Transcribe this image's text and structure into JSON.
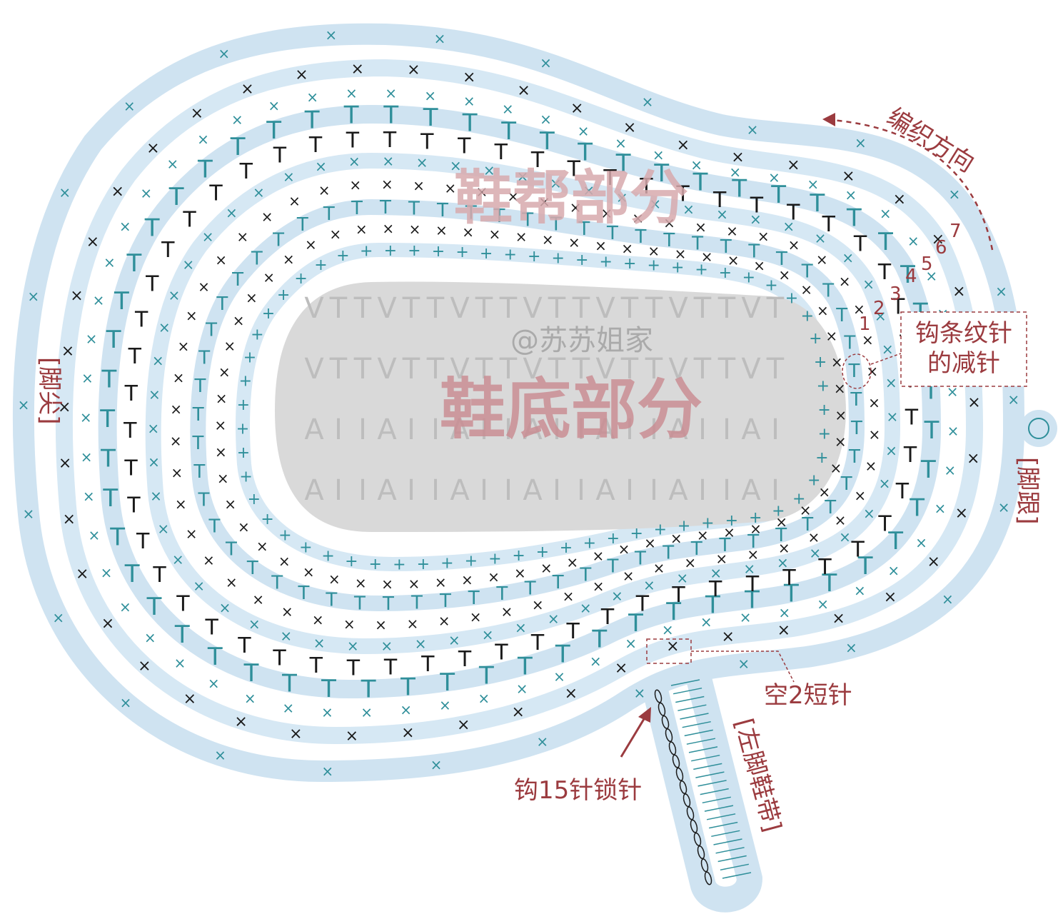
{
  "title_upper": "鞋帮部分",
  "title_lower": "鞋底部分",
  "watermark": "@苏苏姐家",
  "labels": {
    "direction": "编织方向",
    "toe": "[脚尖]",
    "heel": "[脚跟]",
    "strap": "[左脚鞋带]",
    "stripe_decrease": "钩条纹针的减针",
    "skip_two": "空2短针",
    "chain_fifteen": "钩15针锁针"
  },
  "round_numbers": [
    "1",
    "2",
    "3",
    "4",
    "5",
    "6",
    "7"
  ],
  "colors": {
    "band": "#cfe3f1",
    "band_edge": "#a9cde6",
    "sole": "#d9d9d9",
    "stitch_teal": "#2f8f9a",
    "stitch_black": "#1a1a1a",
    "label": "#9b3b3f",
    "title_upper": "#d7a9ad",
    "title_lower": "#c98d93"
  }
}
